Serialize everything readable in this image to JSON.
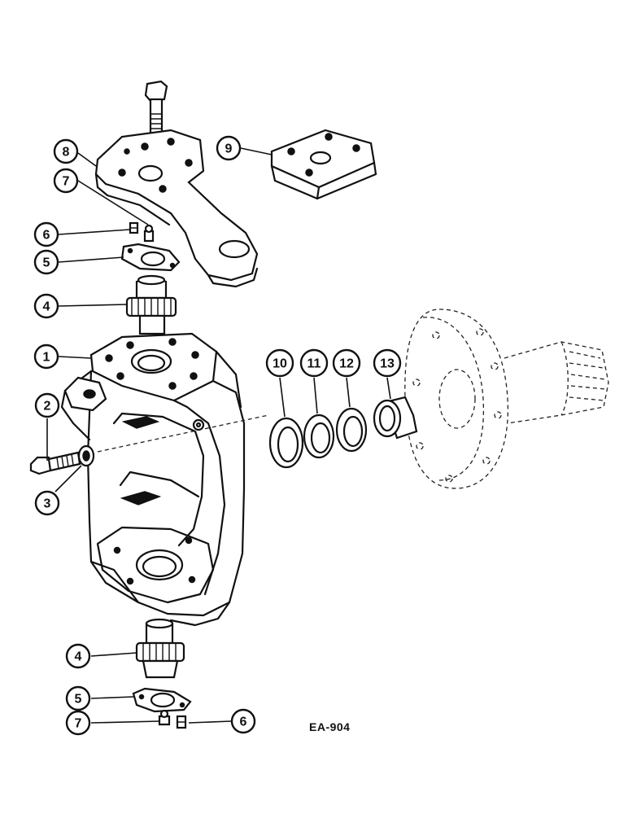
{
  "diagram": {
    "reference_code": "EA-904",
    "callouts": [
      {
        "id": "8",
        "label": "8"
      },
      {
        "id": "9",
        "label": "9"
      },
      {
        "id": "7a",
        "label": "7"
      },
      {
        "id": "6a",
        "label": "6"
      },
      {
        "id": "5a",
        "label": "5"
      },
      {
        "id": "4a",
        "label": "4"
      },
      {
        "id": "1",
        "label": "1"
      },
      {
        "id": "2",
        "label": "2"
      },
      {
        "id": "3",
        "label": "3"
      },
      {
        "id": "10",
        "label": "10"
      },
      {
        "id": "11",
        "label": "11"
      },
      {
        "id": "12",
        "label": "12"
      },
      {
        "id": "13",
        "label": "13"
      },
      {
        "id": "4b",
        "label": "4"
      },
      {
        "id": "5b",
        "label": "5"
      },
      {
        "id": "7b",
        "label": "7"
      },
      {
        "id": "6b",
        "label": "6"
      }
    ]
  }
}
